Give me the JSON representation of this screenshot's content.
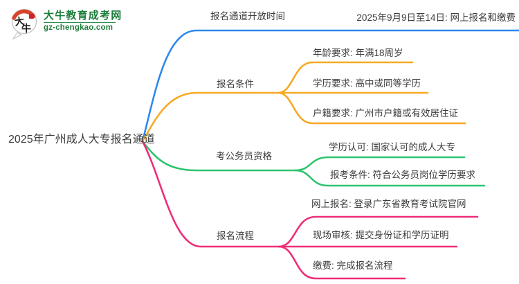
{
  "logo": {
    "name": "大牛教育成考网",
    "domain": "gz-chengkao.com",
    "mark_char1": "大",
    "mark_char2": "牛",
    "brand_color": "#1e7e3c",
    "arc_color": "#d8442b",
    "seal_color": "#c1272d"
  },
  "root": {
    "label": "2025年广州成人大专报名通道"
  },
  "branches": [
    {
      "label": "报名通道开放时间",
      "color": "#2f88ee",
      "children": [
        {
          "label": "2025年9月9日至14日: 网上报名和缴费"
        }
      ]
    },
    {
      "label": "报名条件",
      "color": "#f7a823",
      "children": [
        {
          "label": "年龄要求: 年满18周岁"
        },
        {
          "label": "学历要求: 高中或同等学历"
        },
        {
          "label": "户籍要求: 广州市户籍或有效居住证"
        }
      ]
    },
    {
      "label": "考公务员资格",
      "color": "#2cc56d",
      "children": [
        {
          "label": "学历认可: 国家认可的成人大专"
        },
        {
          "label": "报考条件: 符合公务员岗位学历要求"
        }
      ]
    },
    {
      "label": "报名流程",
      "color": "#ee2d78",
      "children": [
        {
          "label": "网上报名: 登录广东省教育考试院官网"
        },
        {
          "label": "现场审核: 提交身份证和学历证明"
        },
        {
          "label": "缴费: 完成报名流程"
        }
      ]
    }
  ],
  "colors": {
    "text": "#3d3d3d",
    "background": "#ffffff"
  }
}
